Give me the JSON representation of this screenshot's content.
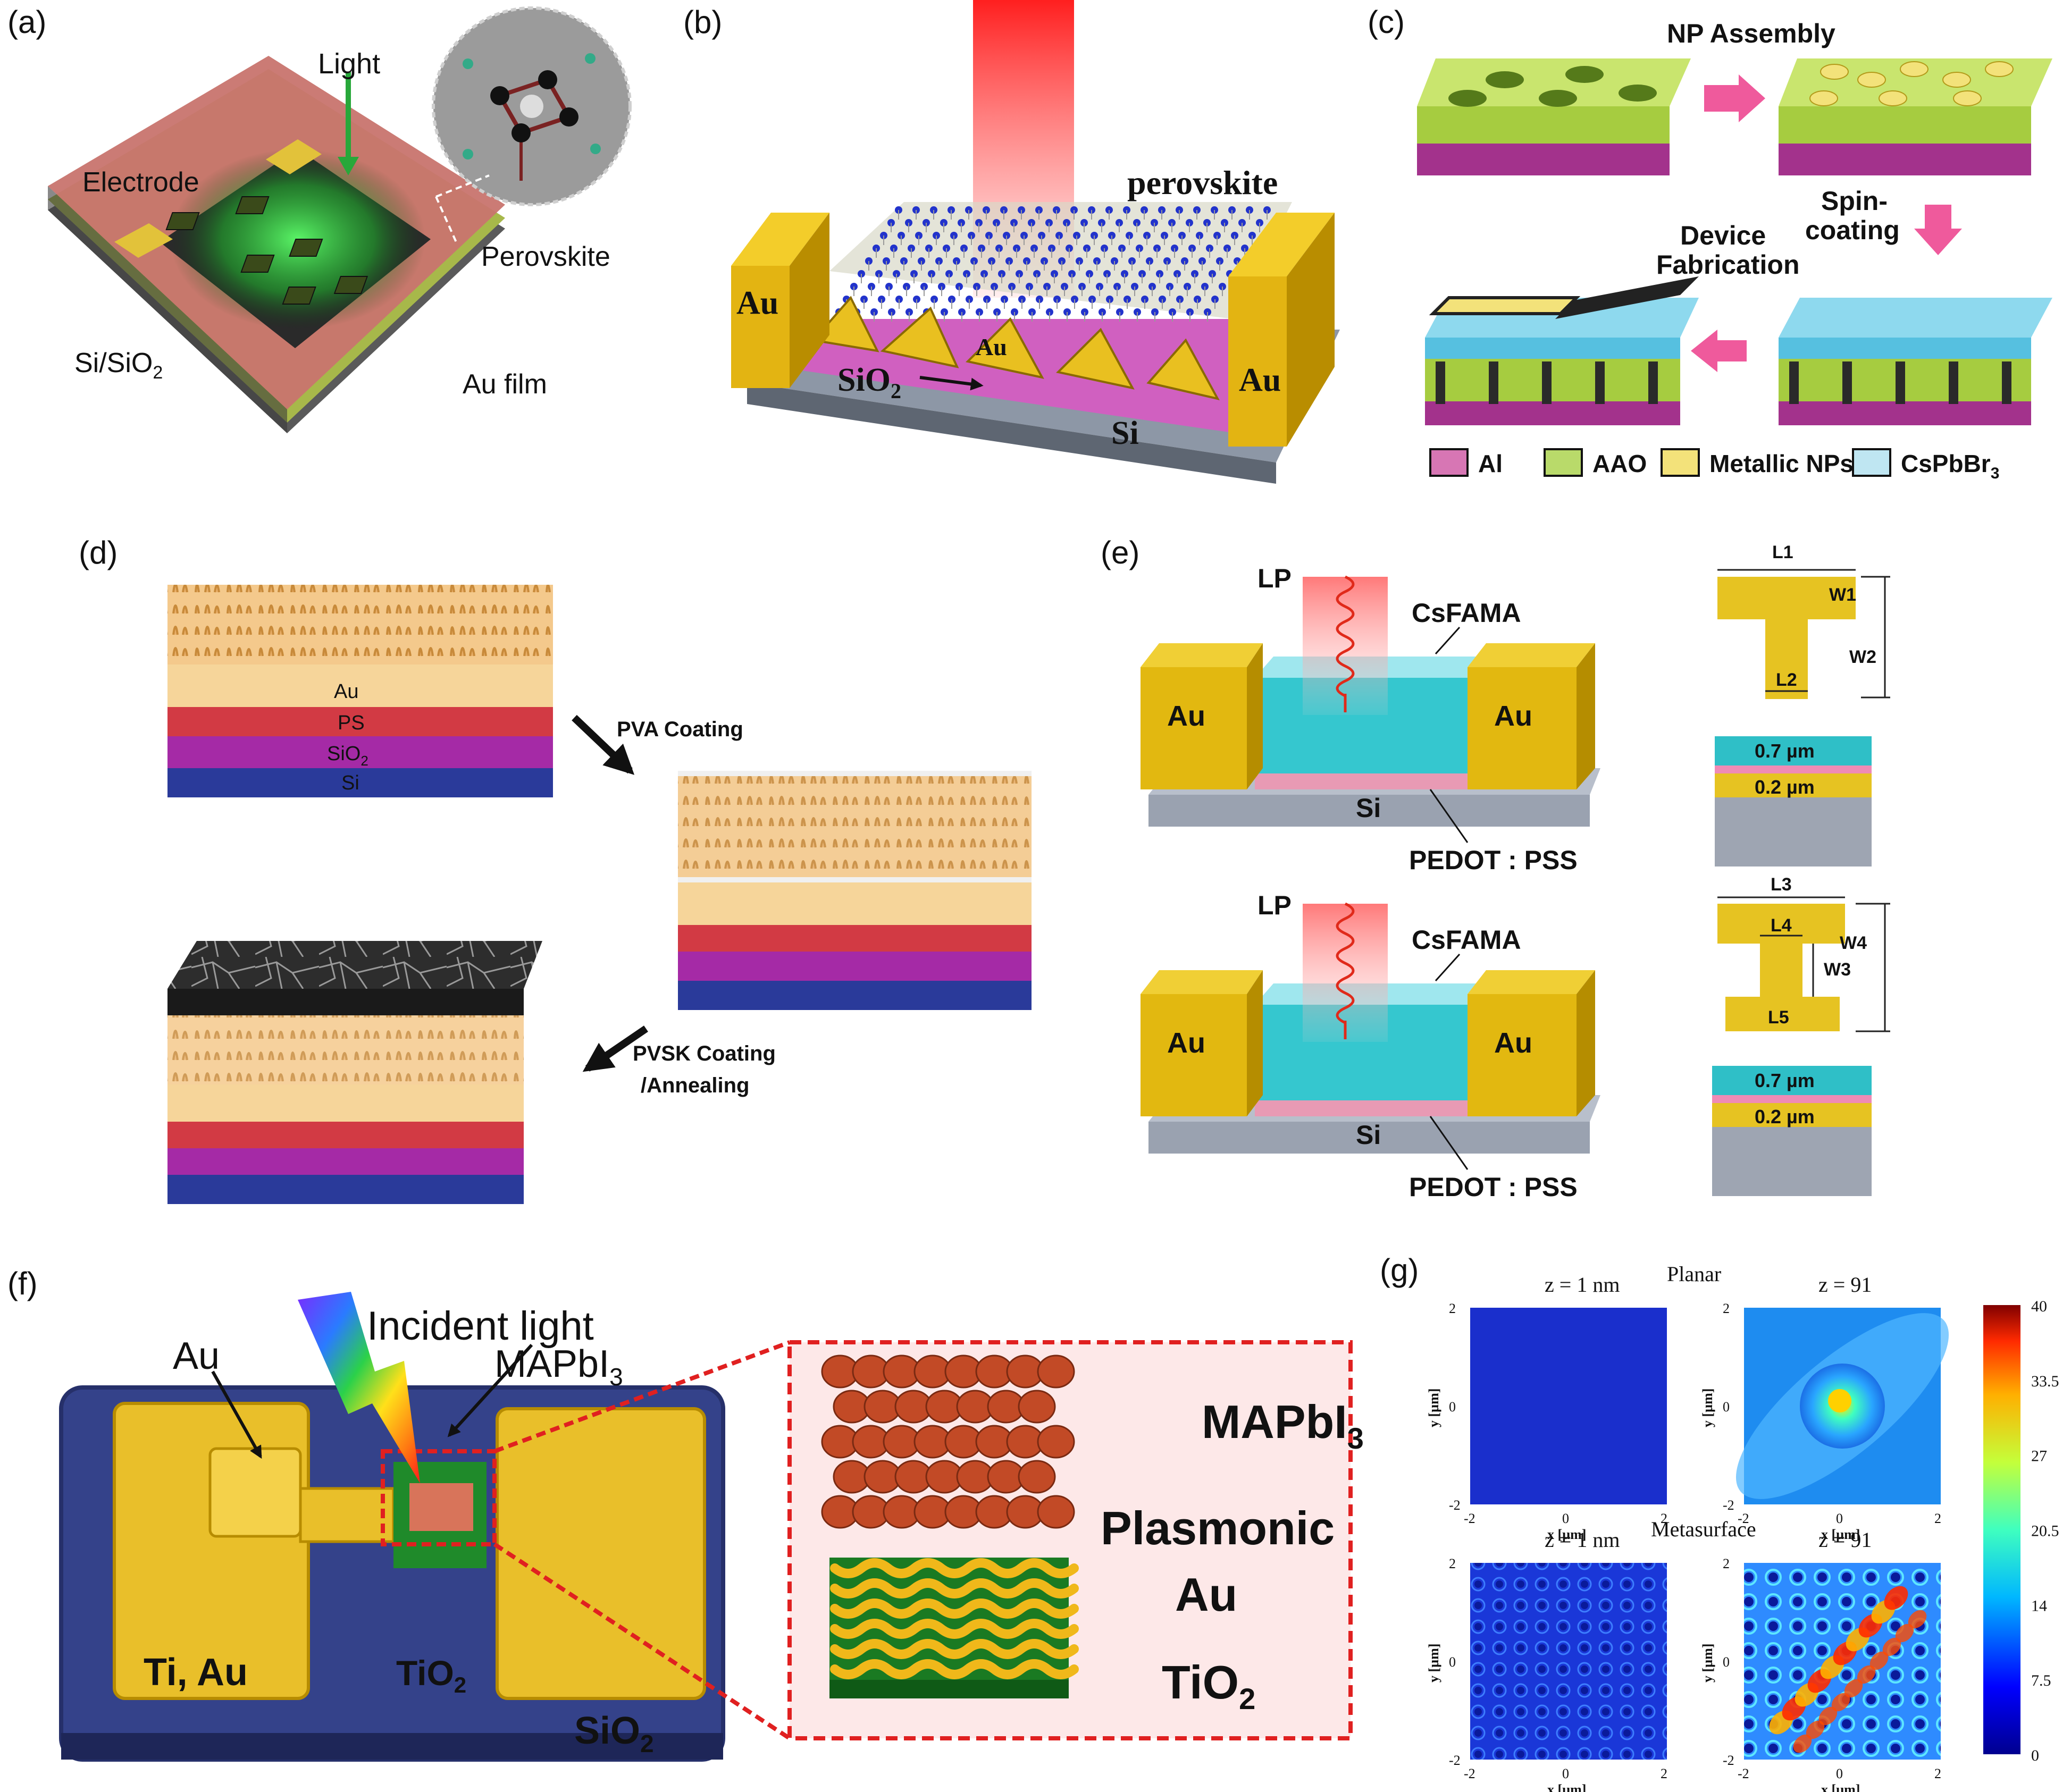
{
  "panels": {
    "a": {
      "tag": "(a)",
      "labels": {
        "light": "Light",
        "electrode": "Electrode",
        "perovskite": "Perovskite",
        "si_sio2": "Si/SiO",
        "si_sio2_sub": "2",
        "au_film": "Au film"
      }
    },
    "b": {
      "tag": "(b)",
      "labels": {
        "perovskite": "perovskite",
        "au_left": "Au",
        "au_mid": "Au",
        "au_right": "Au",
        "sio2": "SiO",
        "sio2_sub": "2",
        "si": "Si"
      }
    },
    "c": {
      "tag": "(c)",
      "labels": {
        "np_assembly": "NP Assembly",
        "spin1": "Spin-",
        "spin2": "coating",
        "device1": "Device",
        "device2": "Fabrication"
      },
      "legend": [
        {
          "label": "Al",
          "color": "#d776b4"
        },
        {
          "label": "AAO",
          "color": "#b9da6a"
        },
        {
          "label": "Metallic  NPs",
          "color": "#f3e27a"
        },
        {
          "label": "CsPbBr",
          "sub": "3",
          "color": "#bfe6f2"
        }
      ]
    },
    "d": {
      "tag": "(d)",
      "layers": {
        "au": "Au",
        "ps": "PS",
        "sio2": "SiO",
        "sio2_sub": "2",
        "si": "Si"
      },
      "steps": {
        "pva": "PVA Coating",
        "pvsk1": "PVSK Coating",
        "pvsk2": "/Annealing"
      }
    },
    "e": {
      "tag": "(e)",
      "top": {
        "lp": "LP",
        "csfama": "CsFAMA",
        "au_left": "Au",
        "au_right": "Au",
        "si": "Si",
        "pedot": "PEDOT : PSS"
      },
      "bottom": {
        "lp": "LP",
        "csfama": "CsFAMA",
        "au_left": "Au",
        "au_right": "Au",
        "si": "Si",
        "pedot": "PEDOT : PSS"
      },
      "t_shape": {
        "l1": "L1",
        "w1": "W1",
        "w2": "W2",
        "l2": "L2"
      },
      "i_shape": {
        "l3": "L3",
        "l4": "L4",
        "w4": "W4",
        "w3": "W3",
        "l5": "L5"
      },
      "stack1": {
        "top": "0.7 µm",
        "bottom": "0.2 µm"
      },
      "stack2": {
        "top": "0.7 µm",
        "bottom": "0.2 µm"
      }
    },
    "f": {
      "tag": "(f)",
      "labels": {
        "incident": "Incident light",
        "au": "Au",
        "mapbi3": "MAPbI",
        "mapbi3_sub": "3",
        "ti_au": "Ti, Au",
        "tio2": "TiO",
        "tio2_sub": "2",
        "sio2": "SiO",
        "sio2_sub": "2"
      },
      "inset": {
        "mapbi3": "MAPbI",
        "mapbi3_sub": "3",
        "plasmonic": "Plasmonic",
        "au": "Au",
        "tio2": "TiO",
        "tio2_sub": "2"
      }
    },
    "g": {
      "tag": "(g)",
      "headers": {
        "planar": "Planar",
        "metasurface": "Metasurface",
        "z1_a": "z = 1 nm",
        "z91_a": "z = 91",
        "z1_b": "z = 1 nm",
        "z91_b": "z = 91"
      },
      "axes": {
        "x": "x [µm]",
        "y": "y [µm]",
        "ticks": [
          "-2",
          "0",
          "2"
        ]
      },
      "colorbar": {
        "ticks": [
          "40",
          "33.5",
          "27",
          "20.5",
          "14",
          "7.5",
          "0"
        ],
        "min": 0,
        "max": 40
      }
    }
  }
}
